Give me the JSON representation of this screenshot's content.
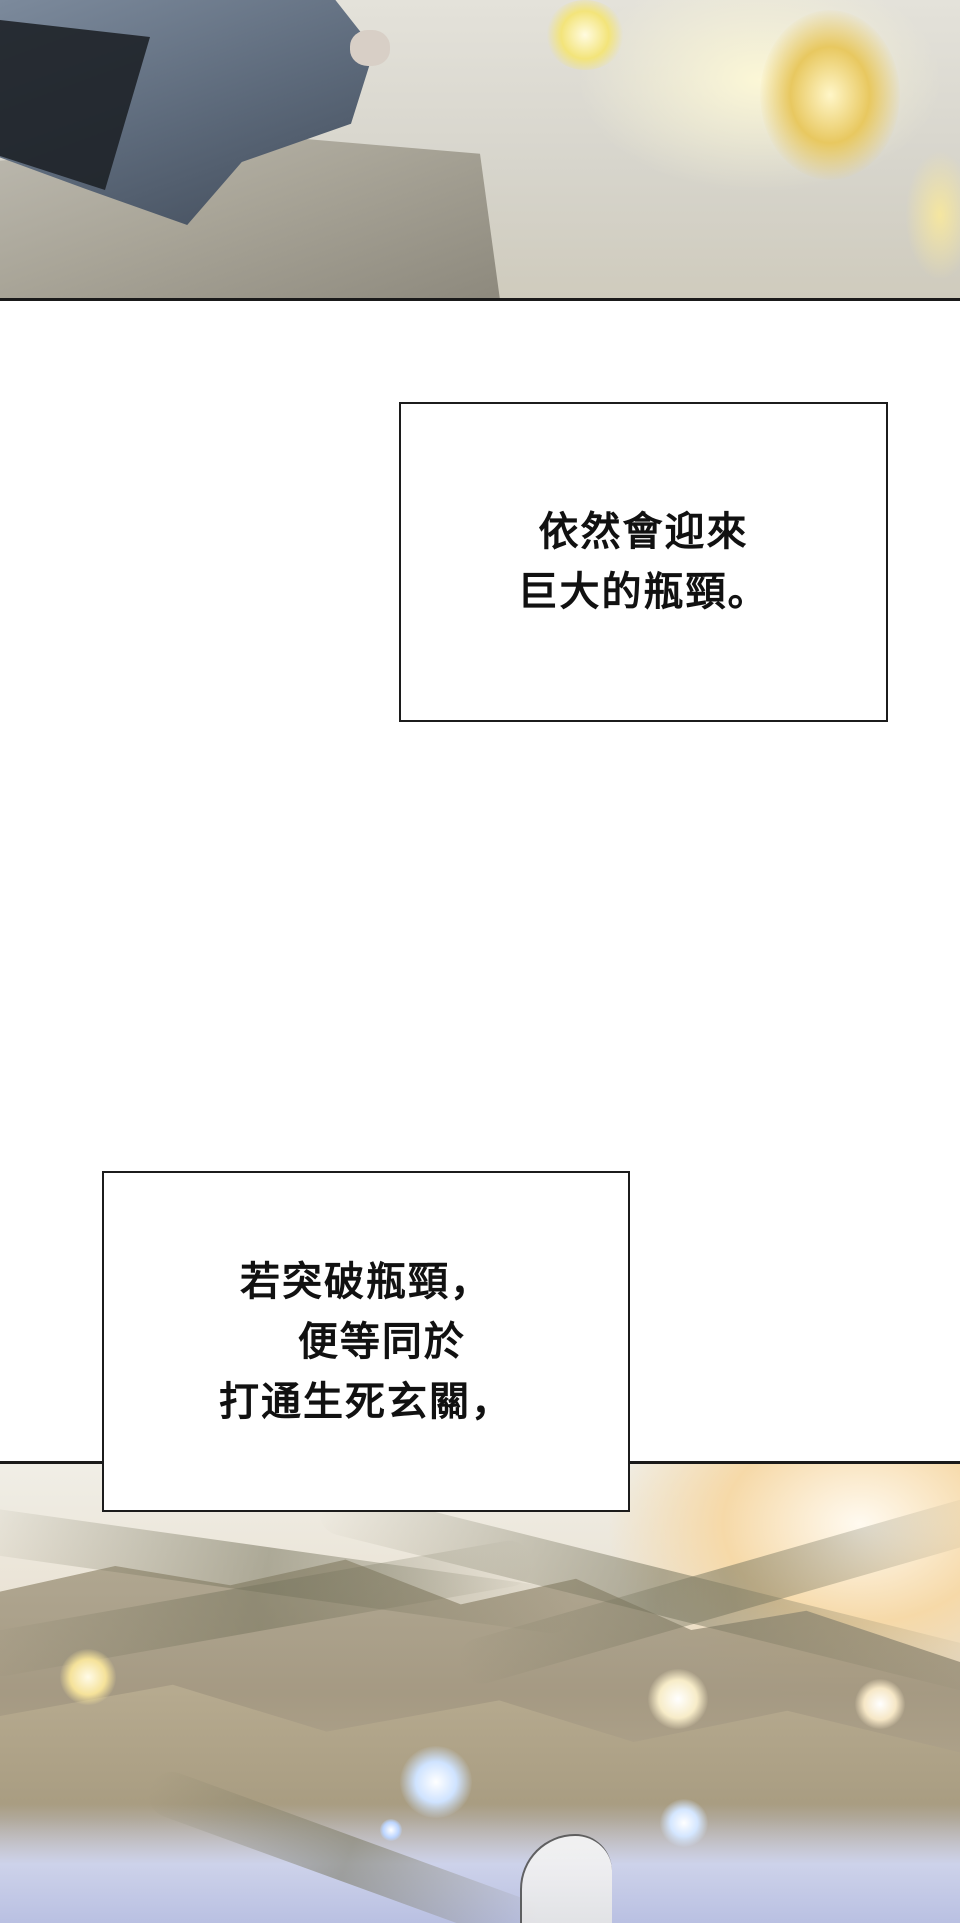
{
  "captions": [
    {
      "lines": [
        "依然會迎來",
        "巨大的瓶頸。"
      ]
    },
    {
      "lines": [
        "若突破瓶頸，",
        "  便等同於",
        "打通生死玄關，"
      ]
    }
  ]
}
